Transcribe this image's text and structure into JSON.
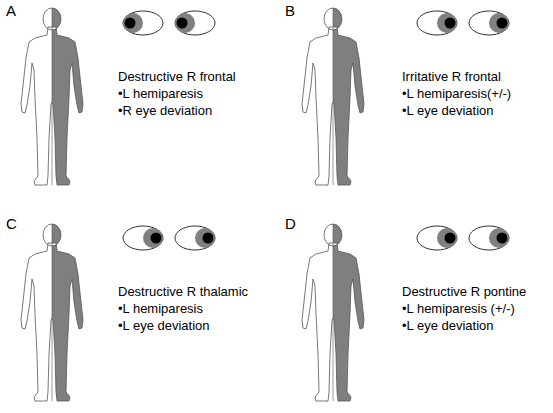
{
  "diagram": {
    "labels": [
      "A",
      "Destructive R frontal",
      "•L hemiparesis",
      "•R eye deviation",
      "B",
      "Irritative R frontal",
      "•L hemiparesis(+/-)",
      "•L eye deviation",
      "C",
      "Destructive R thalamic",
      "•L hemiparesis",
      "•L eye deviation",
      "D",
      "Destructive R pontine",
      "•L hemiparesis (+/-)",
      "•L eye deviation"
    ]
  }
}
